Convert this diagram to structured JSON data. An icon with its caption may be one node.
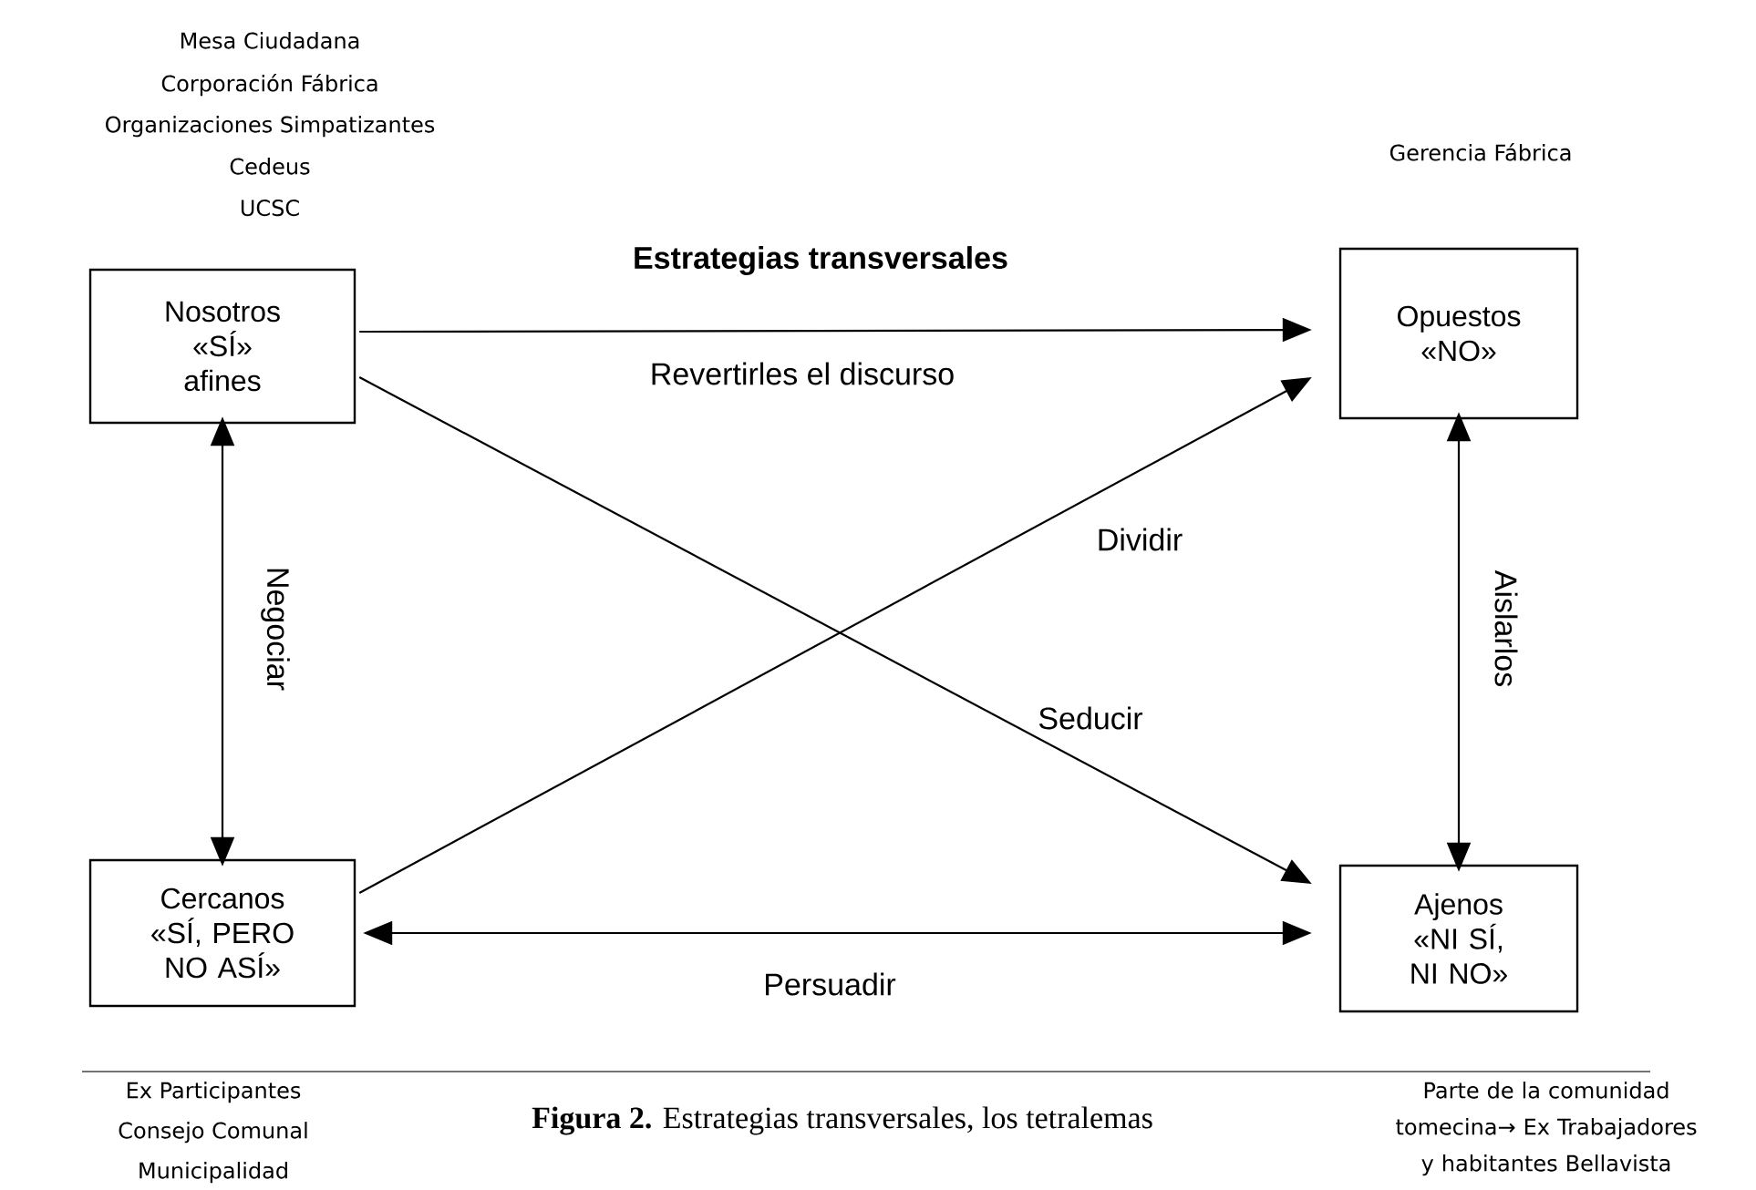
{
  "diagram": {
    "title": "Estrategias transversales",
    "caption": "**Figura 2.** Estrategias transversales, los tetralemas",
    "nodes": [
      {
        "text": [
          "Nosotros «SÍ» afines"
        ],
        "beside": [
          "Mesa Ciudadana",
          "Corporación Fábrica",
          "Organizaciones  Simpatizantes",
          "Cedeus",
          "UCSC"
        ]
      },
      {
        "text": [
          "Opuestos «NO»"
        ],
        "beside": [
          "Gerencia Fábrica"
        ]
      },
      {
        "text": [
          "Cercanos «SÍ, PERO NO ASÍ»"
        ],
        "beside": [
          "Ex Participantes",
          "Consejo Comunal",
          "Municipalidad"
        ]
      },
      {
        "text": [
          "Ajenos «NI SÍ, NI NO»"
        ],
        "beside": [
          "Parte de la comunidad tomecina→ Ex Trabajadores y habitantes Bellavista"
        ]
      }
    ],
    "edges": [
      {
        "from": 0,
        "to": 1,
        "arrow": "to",
        "label": "Revertirles el discurso"
      },
      {
        "from": 2,
        "to": 1,
        "arrow": "to",
        "label": "Dividir"
      },
      {
        "from": 0,
        "to": 3,
        "arrow": "to",
        "label": "Seducir"
      },
      {
        "from": 0,
        "to": 2,
        "arrow": "both",
        "label": "Negociar"
      },
      {
        "from": 1,
        "to": 3,
        "arrow": "both",
        "label": "Aislarlos"
      },
      {
        "from": 2,
        "to": 3,
        "arrow": "both",
        "label": "Persuadir"
      }
    ]
  }
}
